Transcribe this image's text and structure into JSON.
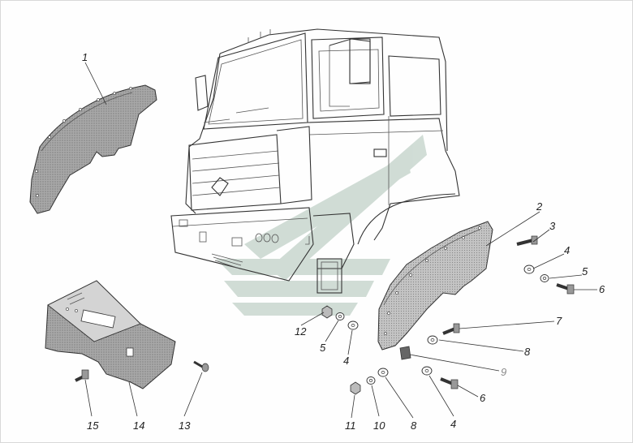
{
  "colors": {
    "watermark_green": "#c9d7cf",
    "part_gray": "#9a9a9a",
    "line": "#333333"
  },
  "callouts": [
    {
      "id": "c1",
      "label": "1"
    },
    {
      "id": "c2",
      "label": "2"
    },
    {
      "id": "c3",
      "label": "3"
    },
    {
      "id": "c4a",
      "label": "4"
    },
    {
      "id": "c5a",
      "label": "5"
    },
    {
      "id": "c6a",
      "label": "6"
    },
    {
      "id": "c7",
      "label": "7"
    },
    {
      "id": "c8a",
      "label": "8"
    },
    {
      "id": "c9",
      "label": "9"
    },
    {
      "id": "c6b",
      "label": "6"
    },
    {
      "id": "c4b",
      "label": "4"
    },
    {
      "id": "c8b",
      "label": "8"
    },
    {
      "id": "c10",
      "label": "10"
    },
    {
      "id": "c11",
      "label": "11"
    },
    {
      "id": "c12",
      "label": "12"
    },
    {
      "id": "c5b",
      "label": "5"
    },
    {
      "id": "c4c",
      "label": "4"
    },
    {
      "id": "c13",
      "label": "13"
    },
    {
      "id": "c14",
      "label": "14"
    },
    {
      "id": "c15",
      "label": "15"
    }
  ]
}
